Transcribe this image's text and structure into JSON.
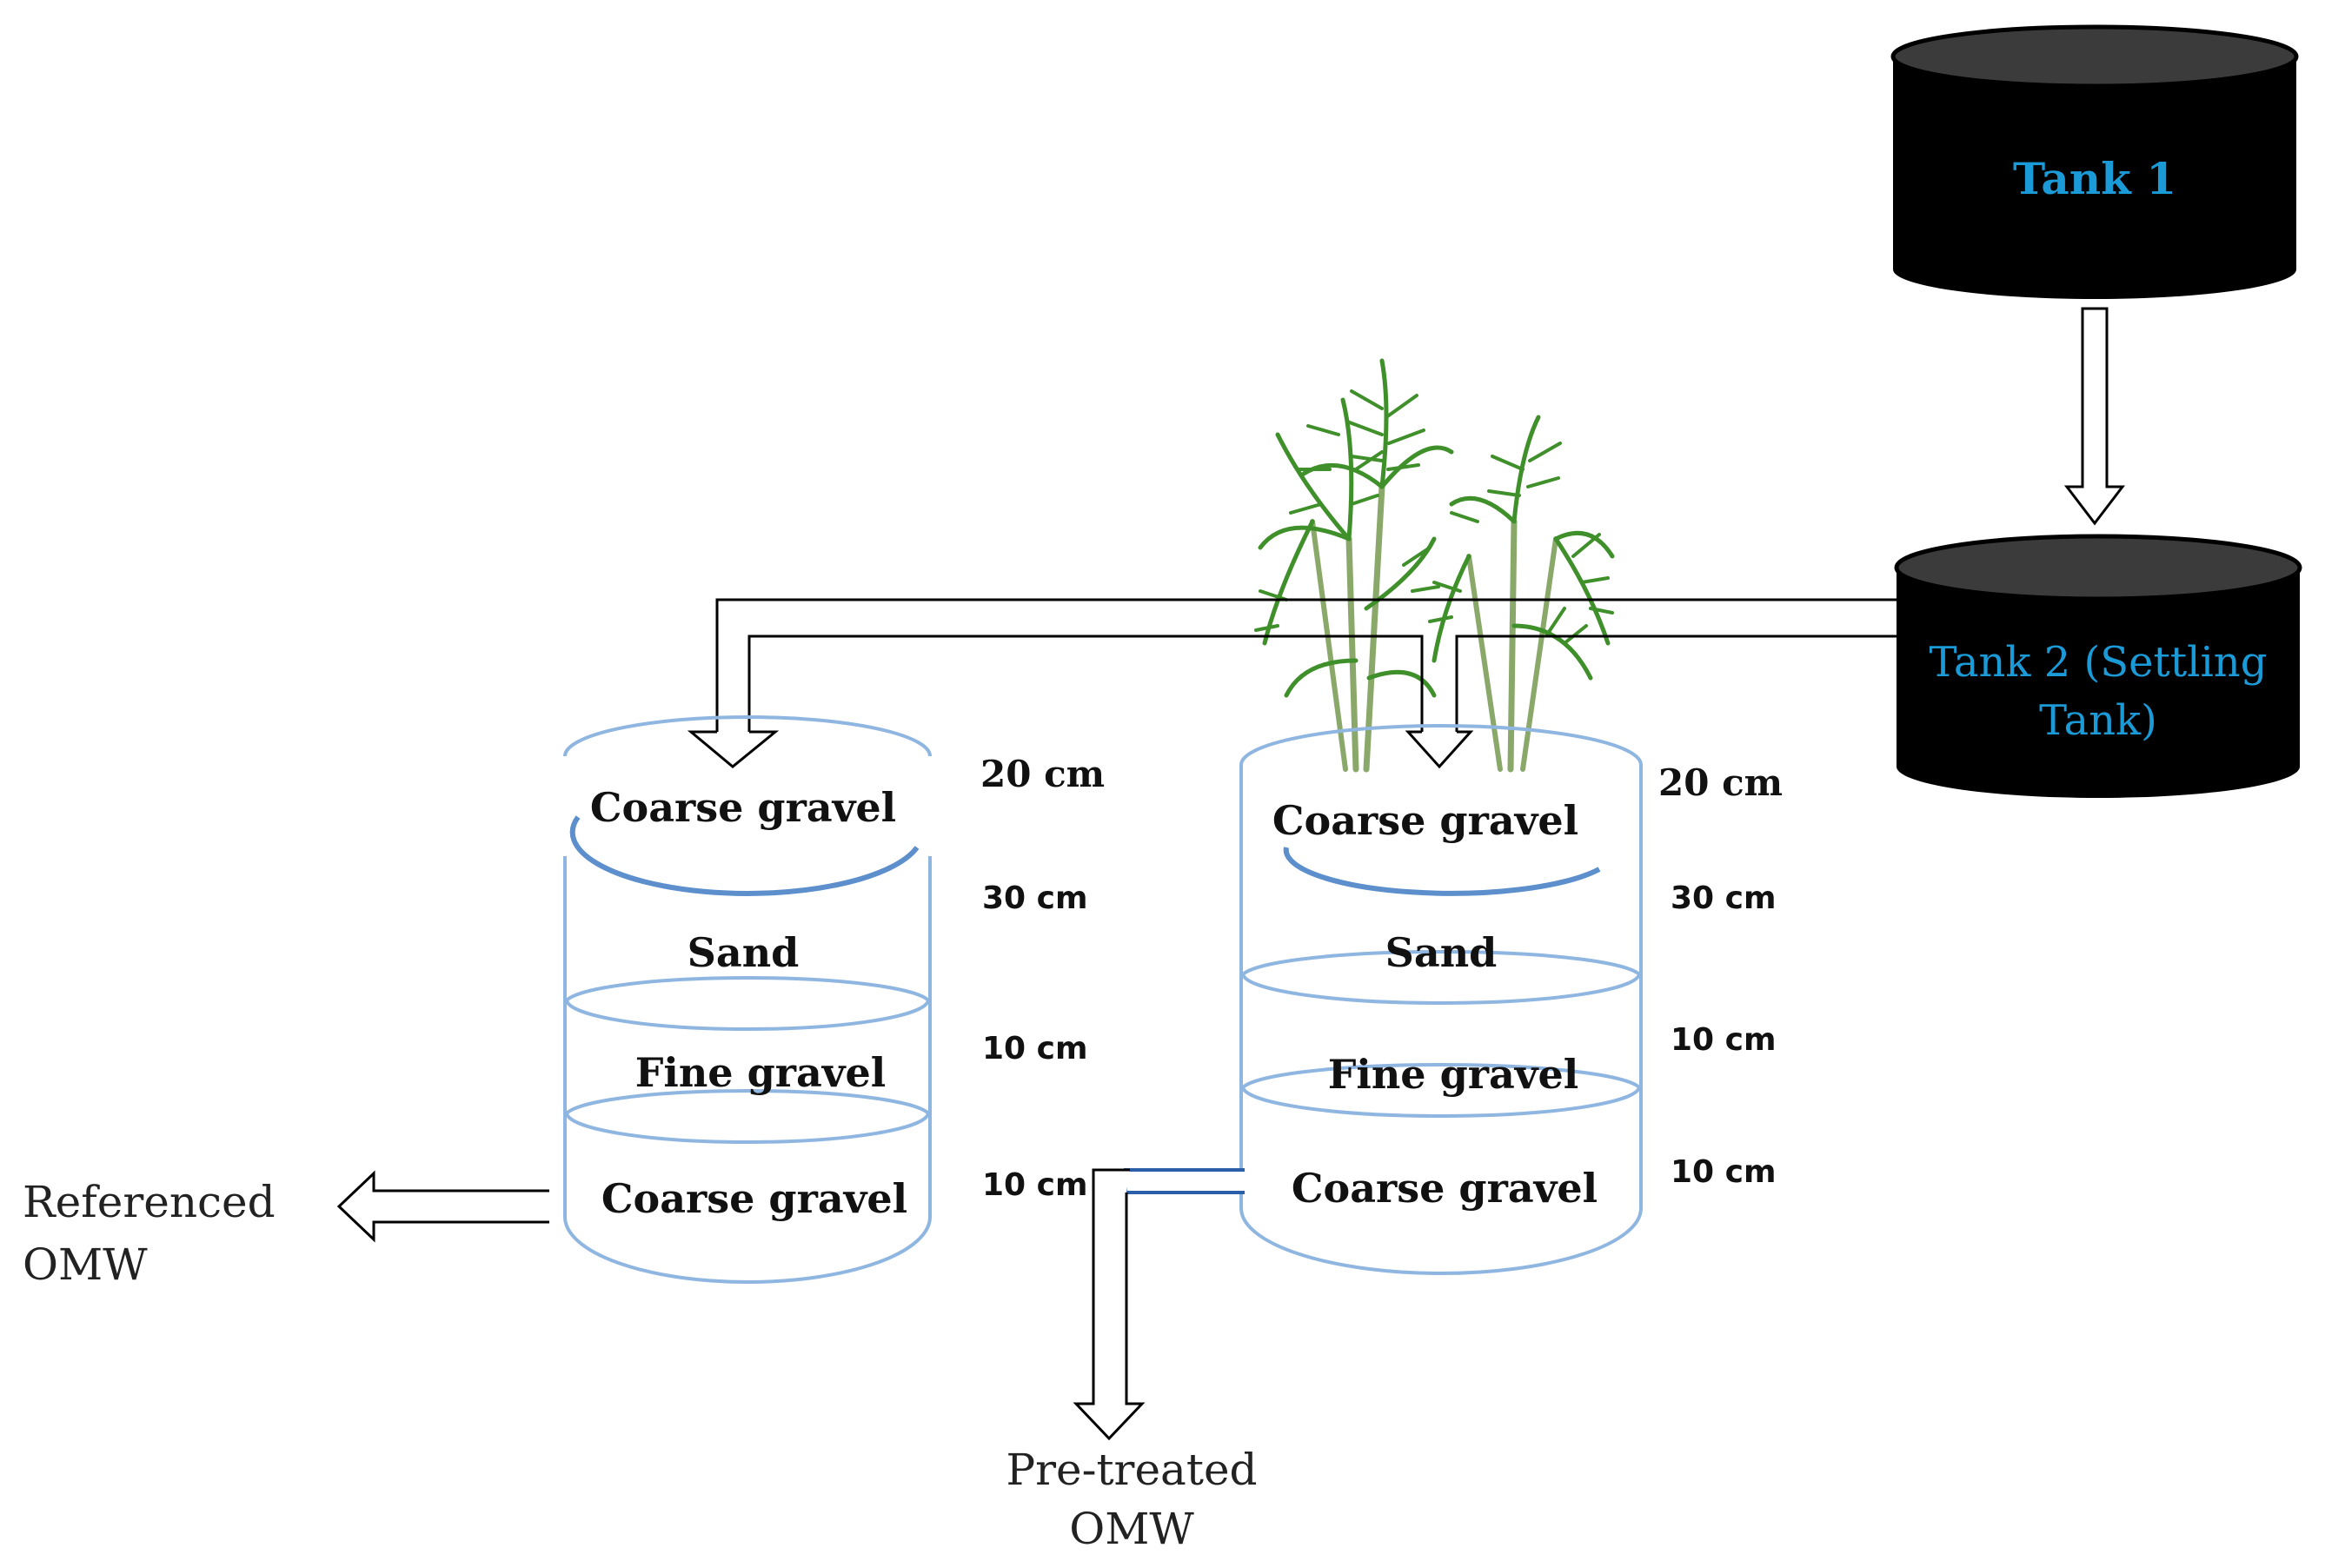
{
  "tanks": {
    "tank1": {
      "label": "Tank 1"
    },
    "tank2": {
      "label_line1": "Tank 2 (Settling",
      "label_line2": "Tank)"
    }
  },
  "left_filter": {
    "layers": {
      "top": "Coarse gravel",
      "second": "Sand",
      "third": "Fine gravel",
      "bottom": "Coarse gravel"
    },
    "depths": {
      "top": "20 cm",
      "second": "30 cm",
      "third": "10 cm",
      "bottom": "10 cm"
    }
  },
  "right_filter": {
    "layers": {
      "top": "Coarse gravel",
      "second": "Sand",
      "third": "Fine gravel",
      "bottom": "Coarse gravel"
    },
    "depths": {
      "top": "20 cm",
      "second": "30 cm",
      "third": "10 cm",
      "bottom": "10 cm"
    }
  },
  "outputs": {
    "referenced_line1": "Referenced",
    "referenced_line2": "OMW",
    "pretreated_line1": "Pre-treated",
    "pretreated_line2": "OMW"
  },
  "colors": {
    "tank_fill": "#000000",
    "tank_top": "#3b3b3b",
    "tank_label": "#1a9bd7",
    "filter_outline": "#8fb6e0",
    "plant_green": "#3f8f2a"
  }
}
